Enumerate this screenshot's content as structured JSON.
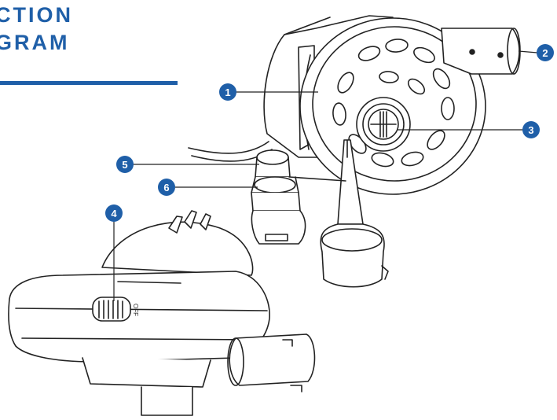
{
  "title": {
    "line1": "CTION",
    "line2": "GRAM"
  },
  "switch_label": "OFF",
  "callouts": [
    {
      "number": "1"
    },
    {
      "number": "2"
    },
    {
      "number": "3"
    },
    {
      "number": "4"
    },
    {
      "number": "5"
    },
    {
      "number": "6"
    }
  ],
  "colors": {
    "accent": "#1f5fa8",
    "callout_fill": "#1f5fa8",
    "line_art": "#222222"
  }
}
